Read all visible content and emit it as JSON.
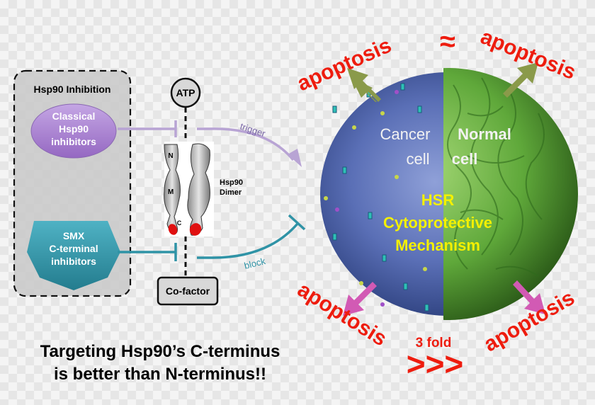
{
  "inhibition_box": {
    "title": "Hsp90 Inhibition",
    "classical": [
      "Classical",
      "Hsp90",
      "inhibitors"
    ],
    "smx": [
      "SMX",
      "C-terminal",
      "inhibitors"
    ]
  },
  "hsp90": {
    "atp": "ATP",
    "cofactor": "Co-factor",
    "domains": {
      "n": "N",
      "m": "M",
      "c": "C"
    },
    "dimer_label": [
      "Hsp90",
      "Dimer"
    ]
  },
  "arrows": {
    "trigger": "trigger",
    "block": "block"
  },
  "cell": {
    "cancer": [
      "Cancer",
      "cell"
    ],
    "normal": [
      "Normal",
      "cell"
    ],
    "mechanism": [
      "HSR",
      "Cytoprotective",
      "Mechanism"
    ]
  },
  "apoptosis": {
    "top_left": "apoptosis",
    "top_right": "apoptosis",
    "approx": "≈",
    "bottom_left": "apoptosis",
    "bottom_right": "apoptosis",
    "fold": "3 fold",
    "greater": ">>>"
  },
  "conclusion": [
    "Targeting Hsp90’s C-terminus",
    "is better than N-terminus!!"
  ],
  "colors": {
    "apoptosis_red": "#ee1c0e",
    "purple": "#a784c9",
    "teal": "#2f93a6",
    "hsr_yellow": "#f4f000",
    "olive_arrow": "#8a9a4a",
    "pink_arrow": "#d25ab4"
  }
}
